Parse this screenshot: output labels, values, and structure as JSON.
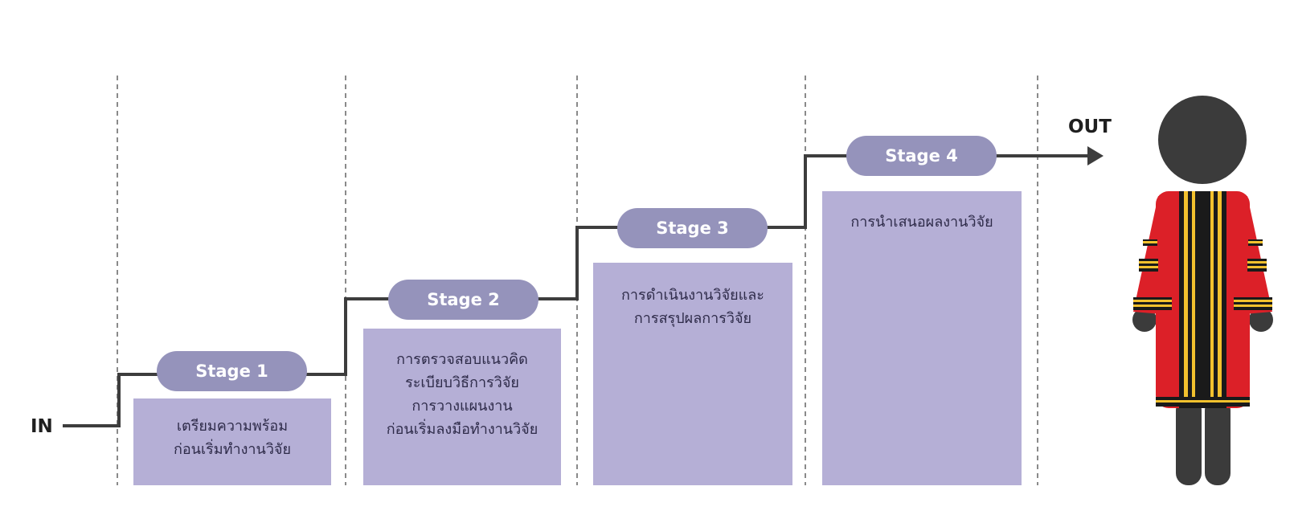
{
  "diagram": {
    "in_label": "IN",
    "out_label": "OUT",
    "colors": {
      "line": "#3d3d3d",
      "divider": "#8a8a8a",
      "pill": "#9593bb",
      "box": "#b5afd6",
      "box_text": "#2e2b49",
      "gown_red": "#dc2028",
      "gown_stripe_black": "#1a1a1a",
      "gown_stripe_gold": "#f2c12e",
      "figure_dark": "#3b3b3b"
    },
    "stages": [
      {
        "label": "Stage 1",
        "lines": [
          "เตรียมความพร้อม",
          "ก่อนเริ่มทำงานวิจัย"
        ]
      },
      {
        "label": "Stage 2",
        "lines": [
          "การตรวจสอบแนวคิด",
          "ระเบียบวิธีการวิจัย",
          "การวางแผนงาน",
          "ก่อนเริ่มลงมือทำงานวิจัย"
        ]
      },
      {
        "label": "Stage 3",
        "lines": [
          "การดำเนินงานวิจัยและ",
          "การสรุปผลการวิจัย"
        ]
      },
      {
        "label": "Stage 4",
        "lines": [
          "การนำเสนอผลงานวิจัย"
        ]
      }
    ]
  }
}
